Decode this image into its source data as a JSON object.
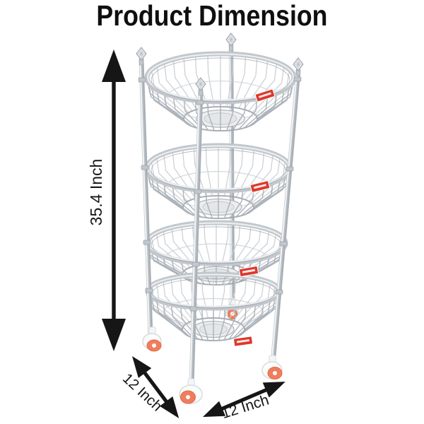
{
  "title": "Product Dimension",
  "dimensions": {
    "height": {
      "label": "35.4 Inch"
    },
    "base_depth": {
      "label": "12 Inch"
    },
    "base_width": {
      "label": "12 Inch"
    }
  },
  "product": {
    "type": "4-tier round chrome wire basket stand on caster wheels",
    "tier_count": 4,
    "brand_tag_color": "#dd382b",
    "wheel_accent_color": "#ef7e5e",
    "wheel_accent_edge": "#e06a48",
    "wheel_body_color": "#fbfcfc",
    "chrome_palette": {
      "near_wire": "#aab1b8",
      "far_wire": "#c9ced3",
      "rim": "#c2c7cc",
      "rim_highlight": "#eff2f4",
      "pole": "#b6bcc2",
      "pole_highlight": "#eff2f4",
      "dark": "#99a0a7",
      "plate_fill": "#eceeef",
      "plate_edge": "#b2b8be"
    }
  },
  "colors": {
    "background": "#ffffff",
    "ink": "#161616"
  }
}
